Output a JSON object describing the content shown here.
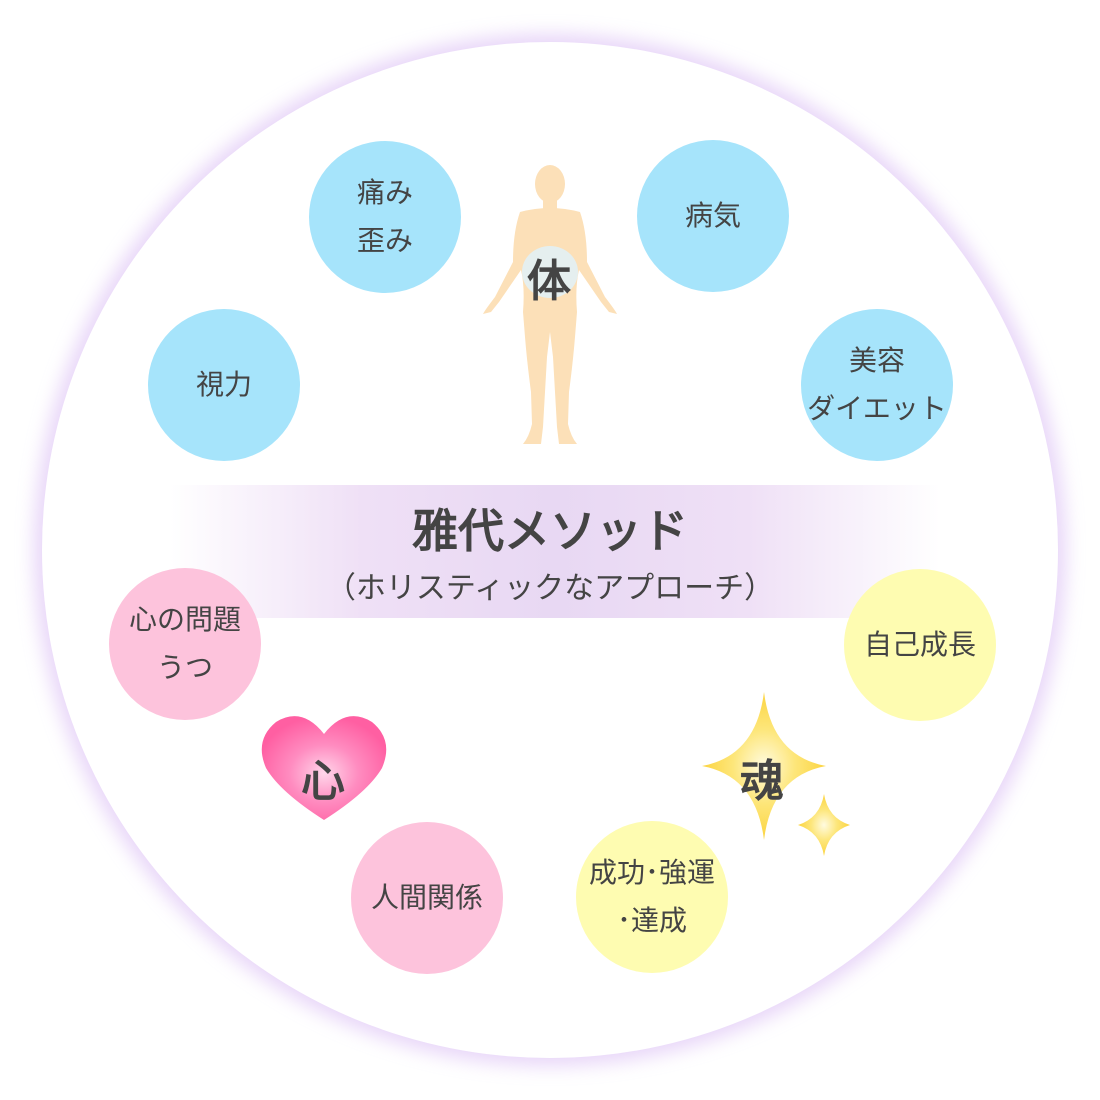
{
  "title": "雅代メソッド",
  "subtitle": "（ホリスティックなアプローチ）",
  "categories": {
    "body": "体",
    "heart": "心",
    "soul": "魂"
  },
  "bubbles": [
    {
      "line1": "痛み",
      "line2": "歪み",
      "group": "body"
    },
    {
      "line1": "病気",
      "line2": "",
      "group": "body"
    },
    {
      "line1": "視力",
      "line2": "",
      "group": "body"
    },
    {
      "line1": "美容",
      "line2": "ダイエット",
      "group": "body"
    },
    {
      "line1": "心の問題",
      "line2": "うつ",
      "group": "heart"
    },
    {
      "line1": "人間関係",
      "line2": "",
      "group": "heart"
    },
    {
      "line1": "自己成長",
      "line2": "",
      "group": "soul"
    },
    {
      "line1": "成功･強運",
      "line2": "･達成",
      "group": "soul"
    }
  ],
  "colors": {
    "body": "#a6e4fb",
    "heart": "#fdc3dc",
    "soul": "#fefcb1",
    "heart_icon": "#ff5fa2",
    "sparkle": "#fcd84a"
  }
}
